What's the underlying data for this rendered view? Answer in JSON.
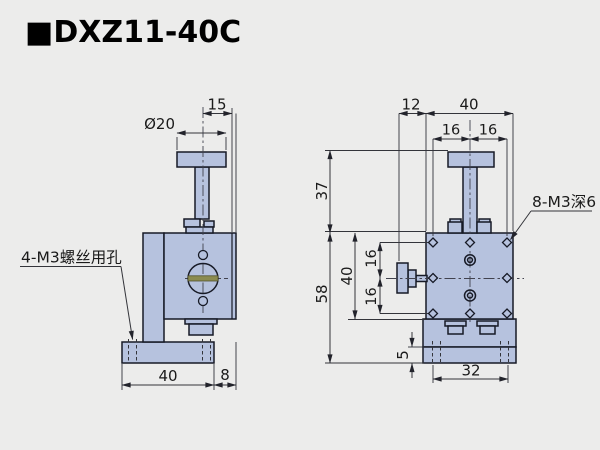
{
  "title": "■DXZ11-40C",
  "colors": {
    "bg": "#ececeb",
    "part_fill": "#b6c2de",
    "part_stroke": "#171a26",
    "dim_line": "#33343a",
    "text": "#1a1a1a",
    "slot_fill": "#8b8b50",
    "slot_stroke": "#51512c"
  },
  "views": {
    "left": {
      "name": "side-view-with-bracket",
      "dims": {
        "knob_dia": "Ø20",
        "knob_offset": "15",
        "base_width": "40",
        "base_overhang": "8"
      },
      "callout": "4-M3螺丝用孔"
    },
    "right": {
      "name": "front-view",
      "dims": {
        "knob_protrusion": "12",
        "body_width": "40",
        "hole_col_left": "16",
        "hole_col_right": "16",
        "knob_height": "37",
        "total_height": "58",
        "body_height": "40",
        "hole_row_upper": "16",
        "hole_row_lower": "16",
        "base_height": "5",
        "base_hole_span": "32"
      },
      "callout": "8-M3深6"
    }
  }
}
